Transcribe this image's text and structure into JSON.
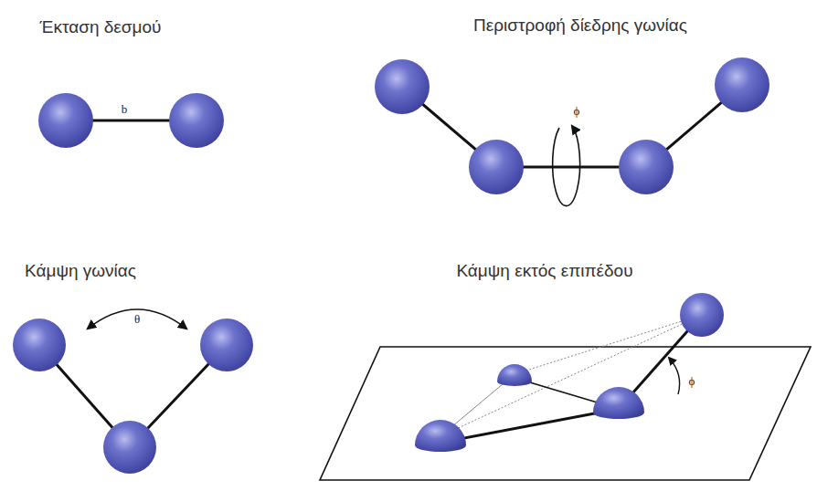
{
  "diagram": {
    "labels": [
      "Έκταση δεσμού",
      "Περιστροφή δίεδρης γωνίας",
      "b",
      "ϕ",
      "Κάμψη γωνίας",
      "Κάμψη εκτός επιπέδου",
      "θ",
      "ϕ"
    ]
  }
}
